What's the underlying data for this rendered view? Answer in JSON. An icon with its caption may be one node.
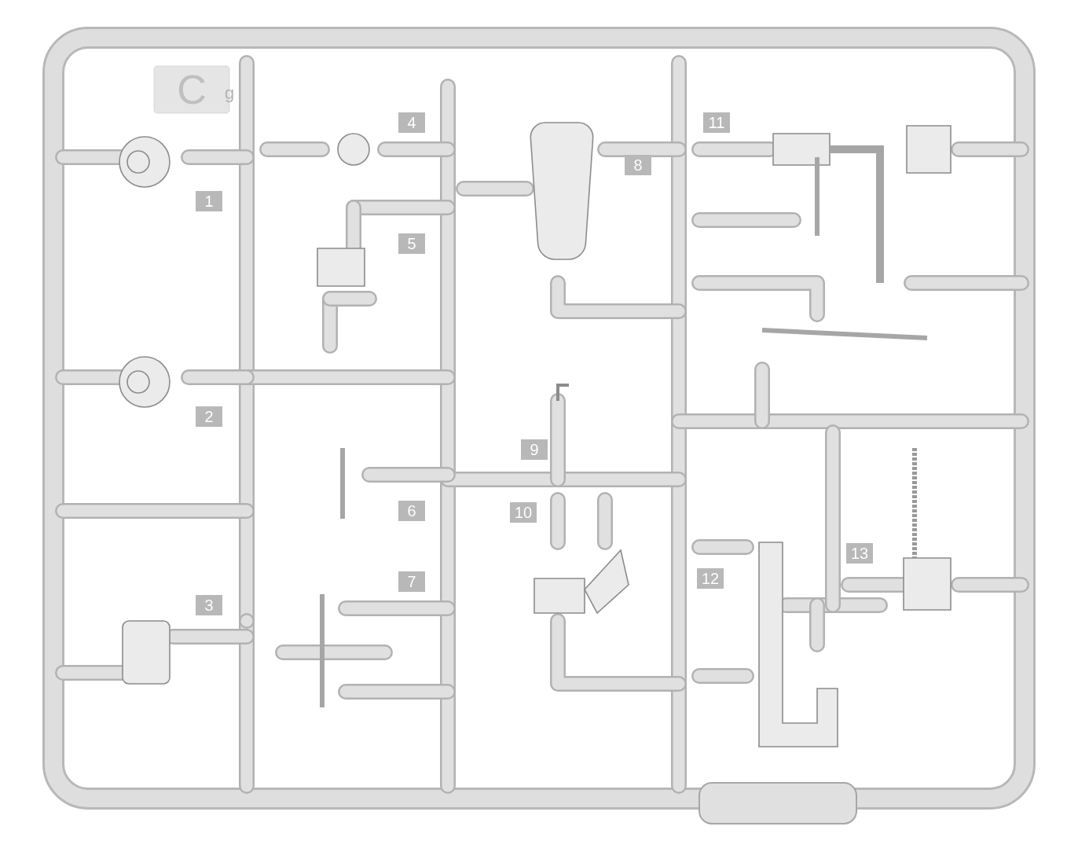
{
  "diagram": {
    "labels": [
      "C",
      "g",
      "1",
      "2",
      "3",
      "4",
      "5",
      "6",
      "7",
      "8",
      "9",
      "10",
      "11",
      "12",
      "13"
    ]
  }
}
